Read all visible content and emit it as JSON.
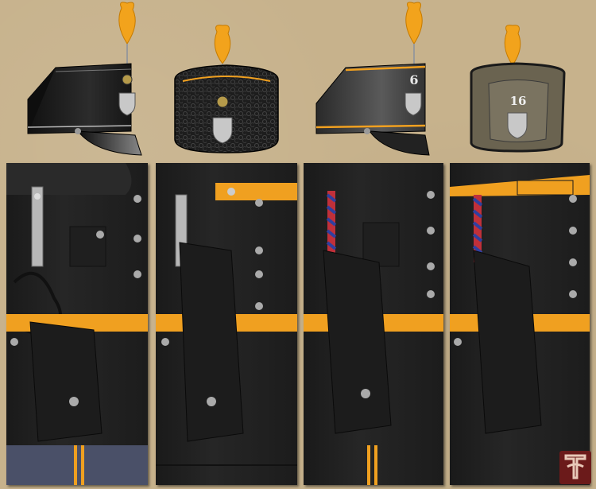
{
  "caps": [
    {
      "name": "cap-1",
      "number": ""
    },
    {
      "name": "cap-2",
      "number": ""
    },
    {
      "name": "cap-3",
      "number": "6"
    },
    {
      "name": "cap-4",
      "number": "16"
    }
  ],
  "colors": {
    "background": "#c7b28c",
    "cloth": "#222222",
    "sash": "#f0a020",
    "plume": "#f2a31c",
    "trousers": "#4a5068",
    "silver": "#c8c8c8",
    "cord_red": "#c0303a",
    "cord_blue": "#3040a0",
    "logo": "#6b1a1a"
  },
  "icons": [
    "plume-icon",
    "badge-icon",
    "button-icon",
    "logo-icon"
  ]
}
